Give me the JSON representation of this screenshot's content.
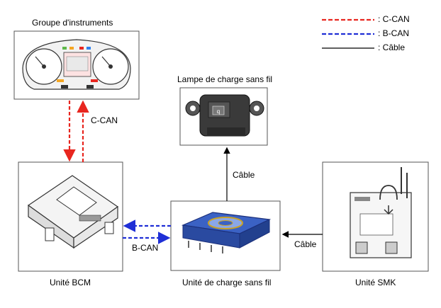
{
  "legend": {
    "c_can": ": C-CAN",
    "b_can": ": B-CAN",
    "cable": ": Câble"
  },
  "colors": {
    "c_can": "#e8261f",
    "b_can": "#1f2fd6",
    "cable": "#000000"
  },
  "components": {
    "instrument_cluster": "Groupe d'instruments",
    "charge_lamp": "Lampe de charge sans fil",
    "bcm": "Unité BCM",
    "charger": "Unité de charge sans fil",
    "smk": "Unité SMK"
  },
  "connections": {
    "cluster_bcm": "C-CAN",
    "bcm_charger": "B-CAN",
    "charger_lamp": "Câble",
    "smk_charger": "Câble"
  }
}
